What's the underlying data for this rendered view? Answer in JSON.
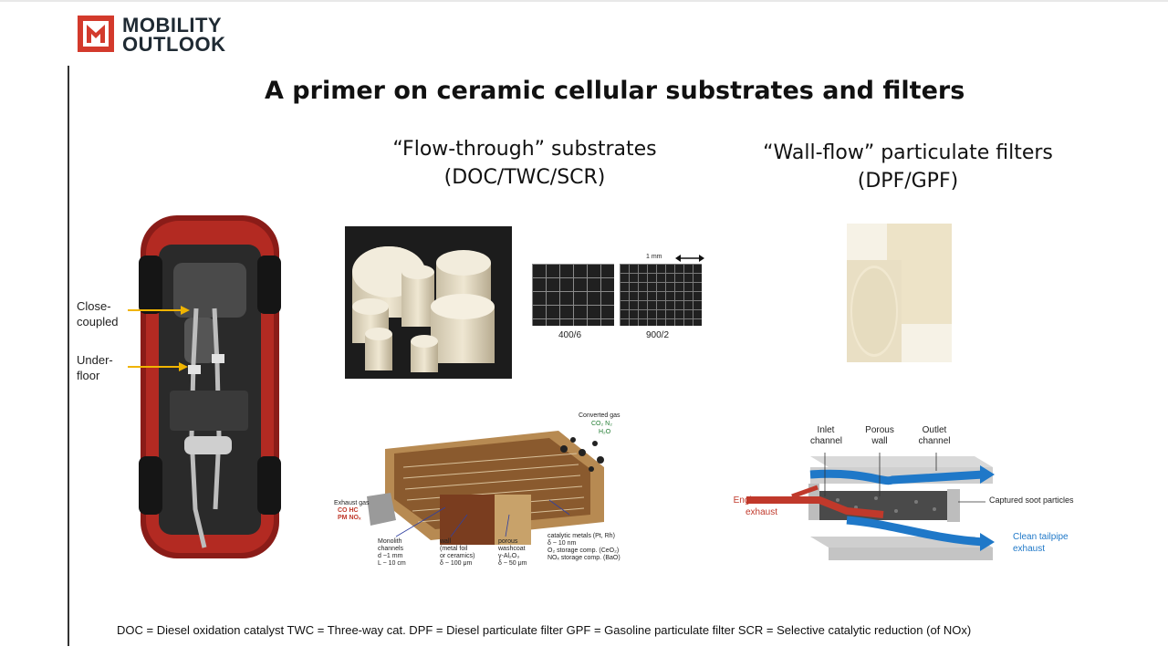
{
  "brand": {
    "line1": "MOBILITY",
    "line2": "OUTLOOK",
    "accent": "#d33a2c"
  },
  "slide": {
    "title": "A primer on ceramic cellular substrates and filters",
    "flow_through": {
      "heading_line1": "“Flow-through” substrates",
      "heading_line2": "(DOC/TWC/SCR)"
    },
    "wall_flow": {
      "heading_line1": "“Wall-flow” particulate filters",
      "heading_line2": "(DPF/GPF)"
    },
    "car": {
      "label_close_1": "Close-",
      "label_close_2": "coupled",
      "label_under_1": "Under-",
      "label_under_2": "floor",
      "arrow_color": "#f0b400"
    },
    "cell_grids": {
      "scale": "1 mm",
      "label_a": "400/6",
      "label_b": "900/2"
    },
    "catalyst_diagram": {
      "converted_gas": "Converted gas",
      "converted_species": "CO₂  N₂",
      "water": "H₂O",
      "exhaust_gas": "Exhaust gas",
      "species_1": "CO  HC",
      "species_2": "PM  NOₓ",
      "monolith_1": "Monolith",
      "monolith_2": "channels",
      "monolith_3": "d ~1 mm",
      "monolith_4": "L ~ 10 cm",
      "wall_1": "wall",
      "wall_2": "(metal foil",
      "wall_3": "or ceramics)",
      "wall_4": "δ ~ 100 μm",
      "washcoat_1": "porous",
      "washcoat_2": "washcoat",
      "washcoat_3": "γ-Al₂O₃",
      "washcoat_4": "δ ~ 50 μm",
      "metals_1": "catalytic metals (Pt, Rh)",
      "metals_2": "δ ~ 10 nm",
      "metals_3": "O₂ storage comp. (CeO₂)",
      "metals_4": "NOₓ storage comp. (BaO)"
    },
    "wall_flow_diagram": {
      "inlet_1": "Inlet",
      "inlet_2": "channel",
      "porous_1": "Porous",
      "porous_2": "wall",
      "outlet_1": "Outlet",
      "outlet_2": "channel",
      "soot": "Captured soot particles",
      "engine_1": "Engine-out",
      "engine_2": "exhaust",
      "clean_1": "Clean tailpipe",
      "clean_2": "exhaust",
      "engine_color": "#c0392b",
      "clean_color": "#1f78c8"
    },
    "footer": "DOC = Diesel oxidation catalyst  TWC = Three-way cat.   DPF = Diesel particulate filter  GPF = Gasoline particulate filter  SCR = Selective catalytic reduction (of NOx)"
  }
}
